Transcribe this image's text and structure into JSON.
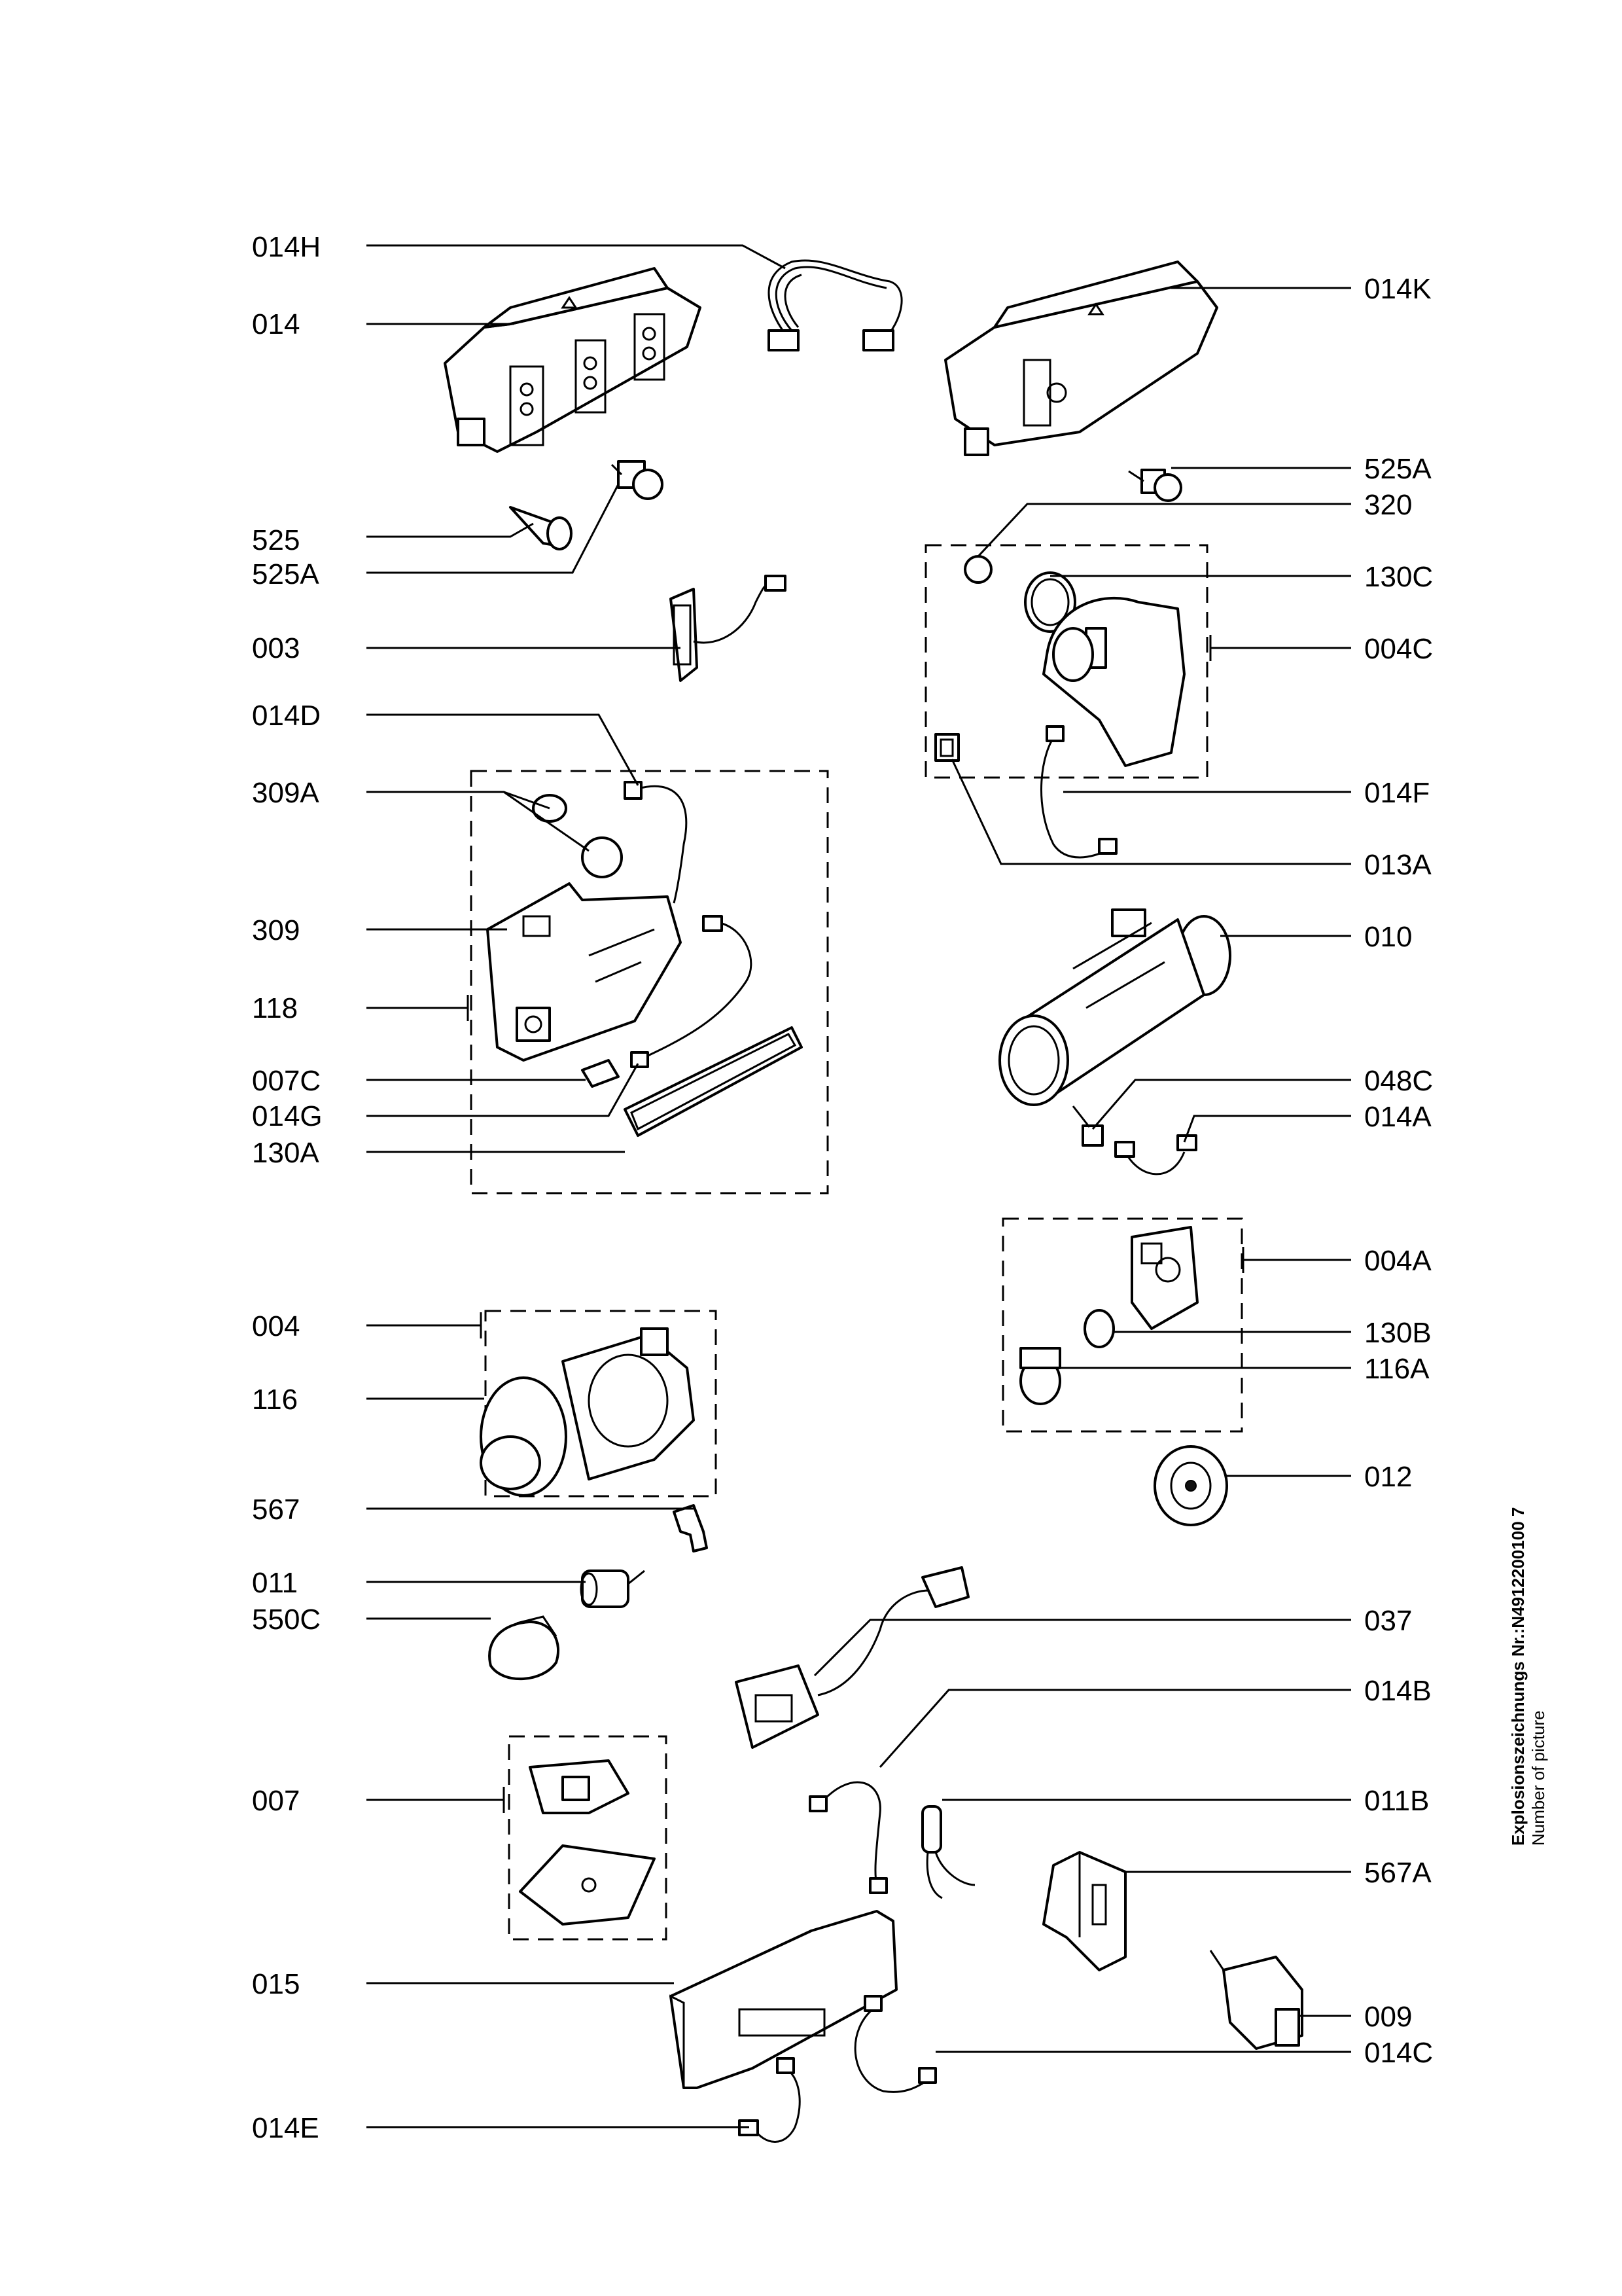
{
  "labels_left": {
    "l014H": "014H",
    "l014": "014",
    "l525": "525",
    "l525A": "525A",
    "l003": "003",
    "l014D": "014D",
    "l309A": "309A",
    "l309": "309",
    "l118": "118",
    "l007C": "007C",
    "l014G": "014G",
    "l130A": "130A",
    "l004": "004",
    "l116": "116",
    "l567": "567",
    "l011": "011",
    "l550C": "550C",
    "l007": "007",
    "l015": "015",
    "l014E": "014E"
  },
  "labels_right": {
    "l014K": "014K",
    "l525A": "525A",
    "l320": "320",
    "l130C": "130C",
    "l004C": "004C",
    "l014F": "014F",
    "l013A": "013A",
    "l010": "010",
    "l048C": "048C",
    "l014A": "014A",
    "l004A": "004A",
    "l130B": "130B",
    "l116A": "116A",
    "l012": "012",
    "l037": "037",
    "l014B": "014B",
    "l011B": "011B",
    "l567A": "567A",
    "l009": "009",
    "l014C": "014C"
  },
  "footer": {
    "drawing_no": "Explosionszeichnungs Nr.:N4912200100 7",
    "caption": "Number of picture"
  }
}
